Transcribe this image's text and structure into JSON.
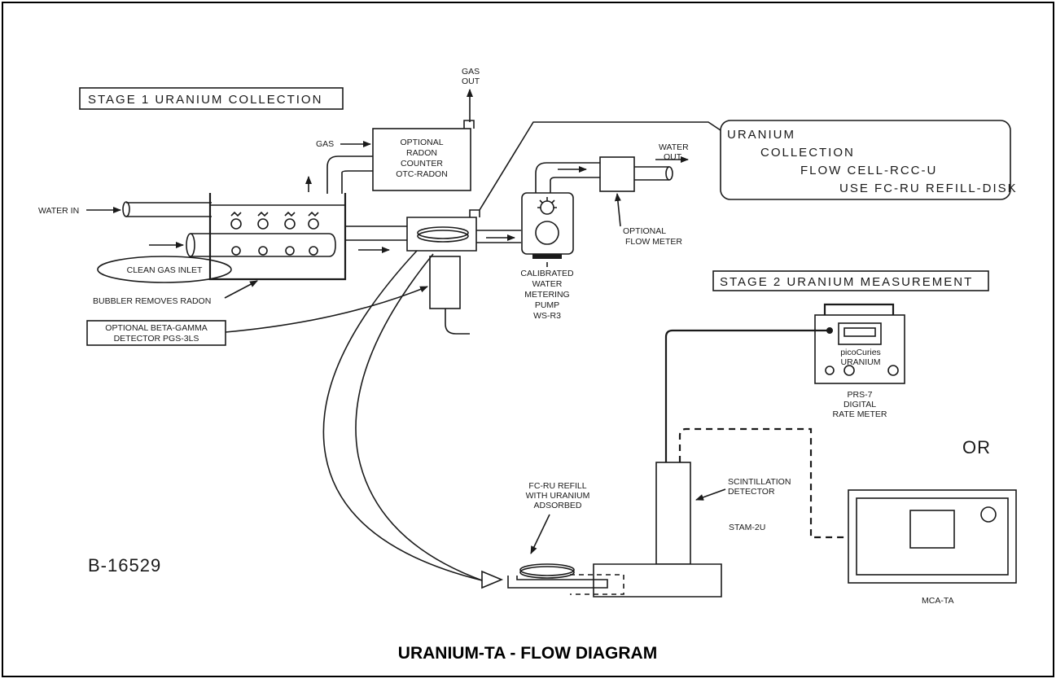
{
  "stage1": {
    "title": "STAGE 1 URANIUM COLLECTION"
  },
  "stage2": {
    "title": "STAGE 2 URANIUM MEASUREMENT"
  },
  "gas_out": {
    "line1": "GAS",
    "line2": "OUT"
  },
  "gas": "GAS",
  "radon_counter": {
    "lines": [
      "OPTIONAL",
      "RADON",
      "COUNTER",
      "OTC-RADON"
    ]
  },
  "water_in": "WATER IN",
  "clean_gas_inlet": "CLEAN GAS INLET",
  "bubbler": "BUBBLER REMOVES RADON",
  "beta_gamma": {
    "line1": "OPTIONAL BETA-GAMMA",
    "line2": "DETECTOR PGS-3LS"
  },
  "callout": {
    "lines": [
      "URANIUM",
      "COLLECTION",
      "FLOW CELL-RCC-U",
      "USE FC-RU REFILL-DISK"
    ]
  },
  "water_out": {
    "line1": "WATER",
    "line2": "OUT"
  },
  "flow_meter": {
    "line1": "OPTIONAL",
    "line2": "FLOW METER"
  },
  "pump": {
    "lines": [
      "CALIBRATED",
      "WATER",
      "METERING",
      "PUMP",
      "WS-R3"
    ]
  },
  "rate_meter": {
    "display1": "picoCuries",
    "display2": "URANIUM",
    "lines": [
      "PRS-7",
      "DIGITAL",
      "RATE METER"
    ]
  },
  "or": "OR",
  "refill": {
    "lines": [
      "FC-RU REFILL",
      "WITH URANIUM",
      "ADSORBED"
    ]
  },
  "scint": {
    "line1": "SCINTILLATION",
    "line2": "DETECTOR",
    "model": "STAM-2U"
  },
  "mca": "MCA-TA",
  "drawing_number": "B-16529",
  "footer_title": "URANIUM-TA - FLOW DIAGRAM"
}
